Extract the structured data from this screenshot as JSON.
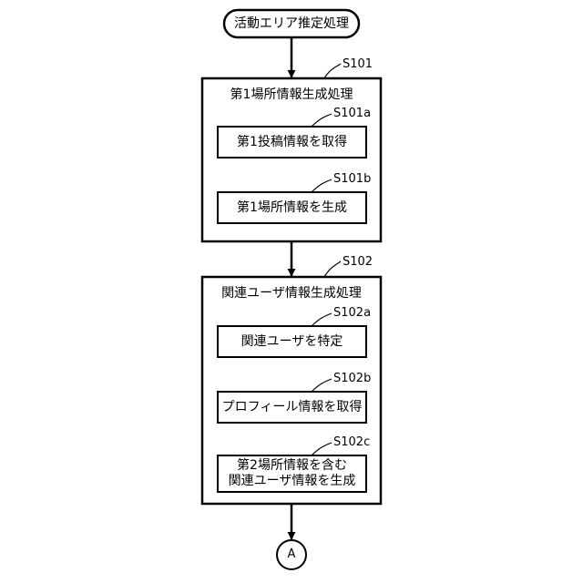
{
  "start": {
    "label": "活動エリア推定処理"
  },
  "steps": [
    {
      "id": "S101",
      "title": "第1場所情報生成処理",
      "substeps": [
        {
          "id": "S101a",
          "label": "第1投稿情報を取得"
        },
        {
          "id": "S101b",
          "label": "第1場所情報を生成"
        }
      ]
    },
    {
      "id": "S102",
      "title": "関連ユーザ情報生成処理",
      "substeps": [
        {
          "id": "S102a",
          "label": "関連ユーザを特定"
        },
        {
          "id": "S102b",
          "label": "プロフィール情報を取得"
        },
        {
          "id": "S102c",
          "label_line1": "第2場所情報を含む",
          "label_line2": "関連ユーザ情報を生成"
        }
      ]
    }
  ],
  "connector": {
    "label": "A"
  },
  "colors": {
    "stroke": "#000000",
    "background": "#ffffff"
  }
}
